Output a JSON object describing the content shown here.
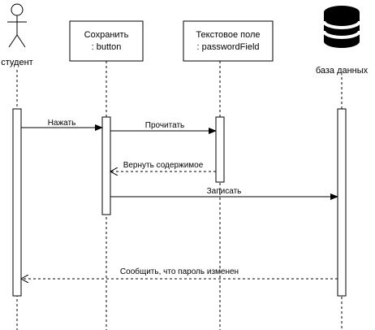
{
  "participants": {
    "student": {
      "label": "студент",
      "kind": "actor"
    },
    "button": {
      "line1": "Сохранить",
      "line2": ": button",
      "kind": "object"
    },
    "password_field": {
      "line1": "Текстовое поле",
      "line2": ": passwordField",
      "kind": "object"
    },
    "database": {
      "label": "база данных",
      "kind": "database"
    }
  },
  "messages": {
    "press": {
      "label": "Нажать",
      "style": "sync"
    },
    "read": {
      "label": "Прочитать",
      "style": "sync"
    },
    "return_content": {
      "label": "Вернуть содержимое",
      "style": "return"
    },
    "write": {
      "label": "Записать",
      "style": "sync"
    },
    "notify": {
      "label": "Сообщить, что пароль изменен",
      "style": "return"
    }
  },
  "colors": {
    "line": "#000000",
    "activation_fill": "#ffffff",
    "background": "#ffffff"
  }
}
